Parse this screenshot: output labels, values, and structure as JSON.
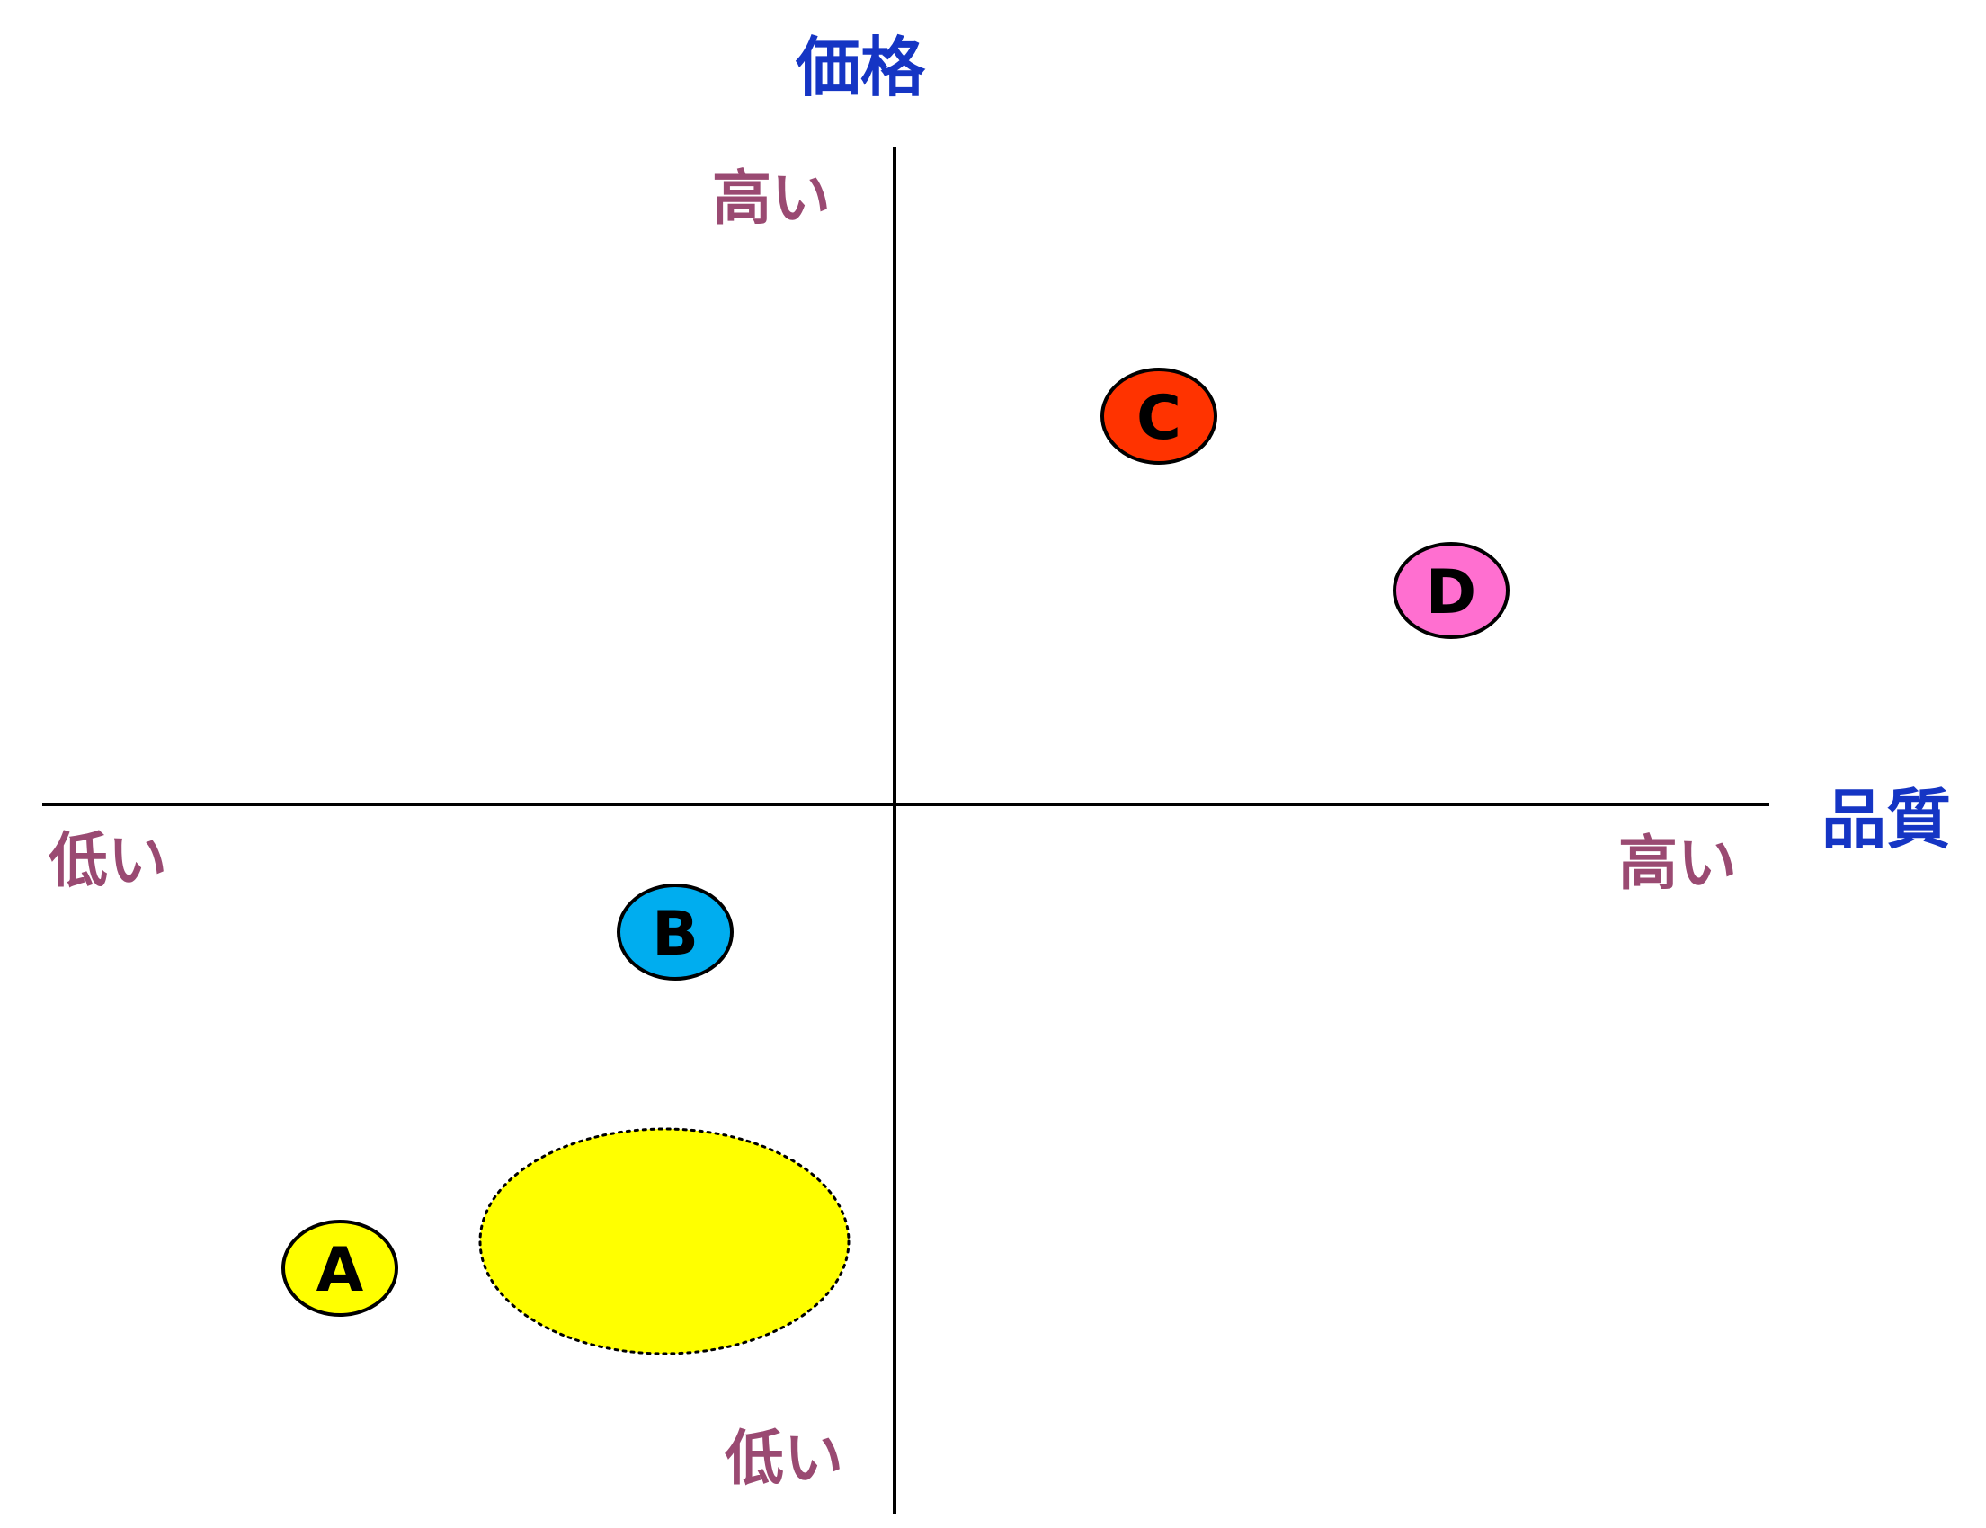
{
  "axes": {
    "vertical_title": "価格",
    "horizontal_title": "品質",
    "vertical_high": "高い",
    "vertical_low": "低い",
    "horizontal_high": "高い",
    "horizontal_low": "低い"
  },
  "colors": {
    "title": "#1535c4",
    "end_label": "#9a4a72",
    "axis": "#000000",
    "A": "#ffff00",
    "B": "#00adef",
    "C": "#ff3300",
    "D": "#ff6fd0",
    "target_zone": "#ffff00"
  },
  "markers": [
    {
      "id": "A",
      "label": "A",
      "color_key": "A",
      "quadrant": "low-quality-low-price"
    },
    {
      "id": "B",
      "label": "B",
      "color_key": "B",
      "quadrant": "low-quality-low-price"
    },
    {
      "id": "C",
      "label": "C",
      "color_key": "C",
      "quadrant": "high-quality-high-price"
    },
    {
      "id": "D",
      "label": "D",
      "color_key": "D",
      "quadrant": "high-quality-high-price"
    }
  ],
  "target_zone": {
    "style": "dotted-outline",
    "color_key": "target_zone",
    "quadrant": "low-quality-low-price"
  }
}
